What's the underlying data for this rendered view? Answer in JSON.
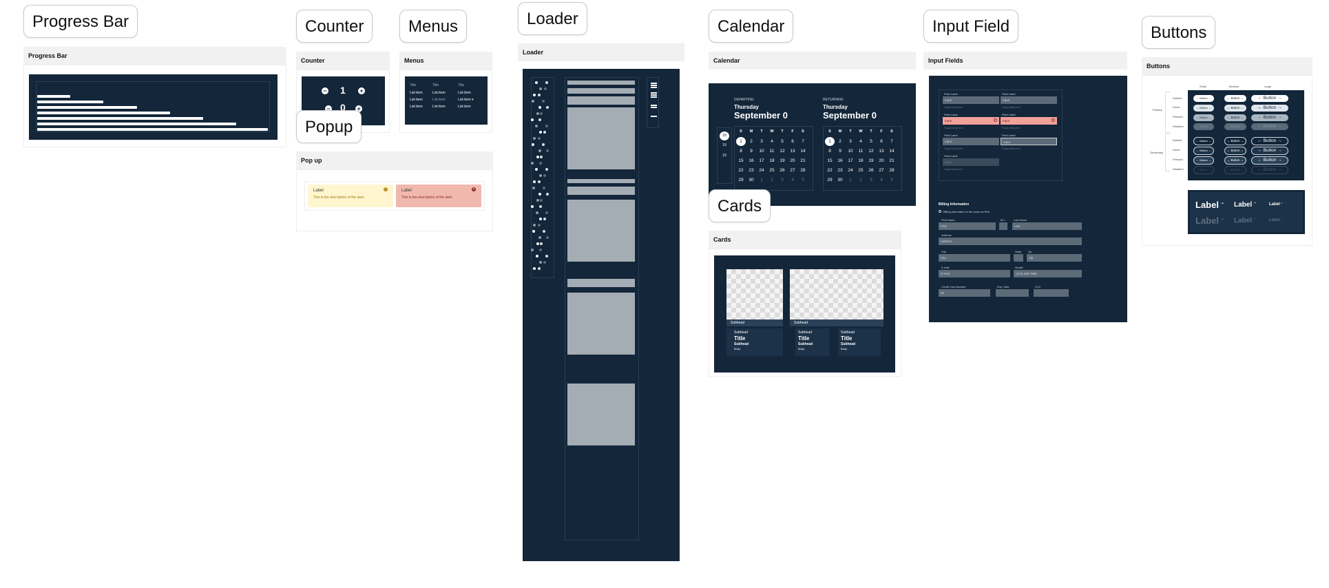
{
  "sections": {
    "progress": {
      "tag": "Progress Bar",
      "header": "Progress Bar"
    },
    "counter": {
      "tag": "Counter",
      "header": "Counter",
      "value_top": "1",
      "value_bottom": "0",
      "minus": "−",
      "plus": "+"
    },
    "menus": {
      "tag": "Menus",
      "header": "Menus",
      "columns": [
        "Title",
        "Title",
        "Title"
      ],
      "rows": [
        [
          "List item",
          "List item",
          "List item"
        ],
        [
          "List item",
          "List item",
          "List item ▾"
        ],
        [
          "List item",
          "List item",
          "List item"
        ]
      ]
    },
    "popup": {
      "tag": "Popup",
      "header": "Pop up",
      "alerts": [
        {
          "label": "Label",
          "description": "This is the description of the alert",
          "bg": "#fff6cf",
          "icon_bg": "#b68a1c"
        },
        {
          "label": "Label",
          "description": "This is the description of the alert",
          "bg": "#f1b8ae",
          "icon_bg": "#8b2d2d"
        }
      ]
    },
    "loader": {
      "tag": "Loader",
      "header": "Loader"
    },
    "calendar": {
      "tag": "Calendar",
      "header": "Calendar",
      "departing": {
        "caption": "DEPARTING",
        "weekday": "Thursday",
        "date": "September 0"
      },
      "returning": {
        "caption": "RETURNING",
        "weekday": "Thursday",
        "date": "September 0"
      },
      "weekdays": [
        "S",
        "M",
        "T",
        "W",
        "T",
        "F",
        "S"
      ],
      "weeks": [
        [
          "1",
          "2",
          "3",
          "4",
          "5",
          "6",
          "7"
        ],
        [
          "8",
          "9",
          "10",
          "11",
          "12",
          "13",
          "14"
        ],
        [
          "15",
          "16",
          "17",
          "18",
          "19",
          "20",
          "21"
        ],
        [
          "22",
          "23",
          "24",
          "25",
          "26",
          "27",
          "28"
        ],
        [
          "29",
          "30",
          "1",
          "2",
          "3",
          "4",
          "5"
        ]
      ],
      "side_numbers": [
        "18",
        "19",
        "19"
      ]
    },
    "cards": {
      "tag": "Cards",
      "header": "Cards",
      "card_subhead": "Subhead",
      "small_cards": [
        {
          "subhead": "Subhead",
          "title": "Title",
          "subhead2": "Subhead",
          "body": "Body"
        },
        {
          "subhead": "Subhead",
          "title": "Title",
          "subhead2": "Subhead",
          "body": "Body"
        },
        {
          "subhead": "Subhead",
          "title": "Title",
          "subhead2": "Subhead",
          "body": "Body"
        }
      ]
    },
    "inputs": {
      "tag": "Input Field",
      "header": "Input Fields",
      "label": "Field Label",
      "supporting": "Supporting text",
      "value": "Input",
      "billing_title": "Billing Information",
      "billing_check": "Billing information is the same as Pick",
      "first_name": "First Name",
      "mi": "M.I.",
      "last_name": "Last Name",
      "address": "Address",
      "city": "City",
      "state": "State",
      "zip": "Zip",
      "email": "E-mail",
      "mobile": "Mobile",
      "mobile_value": "(123) 456-7890",
      "card_number": "Credit Card Number",
      "exp": "Exp. Date",
      "cvv": "CVV"
    },
    "buttons": {
      "tag": "Buttons",
      "header": "Buttons",
      "sizes": [
        "Small",
        "Medium",
        "Large"
      ],
      "groups": [
        "Primary",
        "Secondary"
      ],
      "states": [
        "Default",
        "Hover",
        "Pressed",
        "Disabled"
      ],
      "button_label": "Button",
      "big_label": "Label"
    }
  }
}
